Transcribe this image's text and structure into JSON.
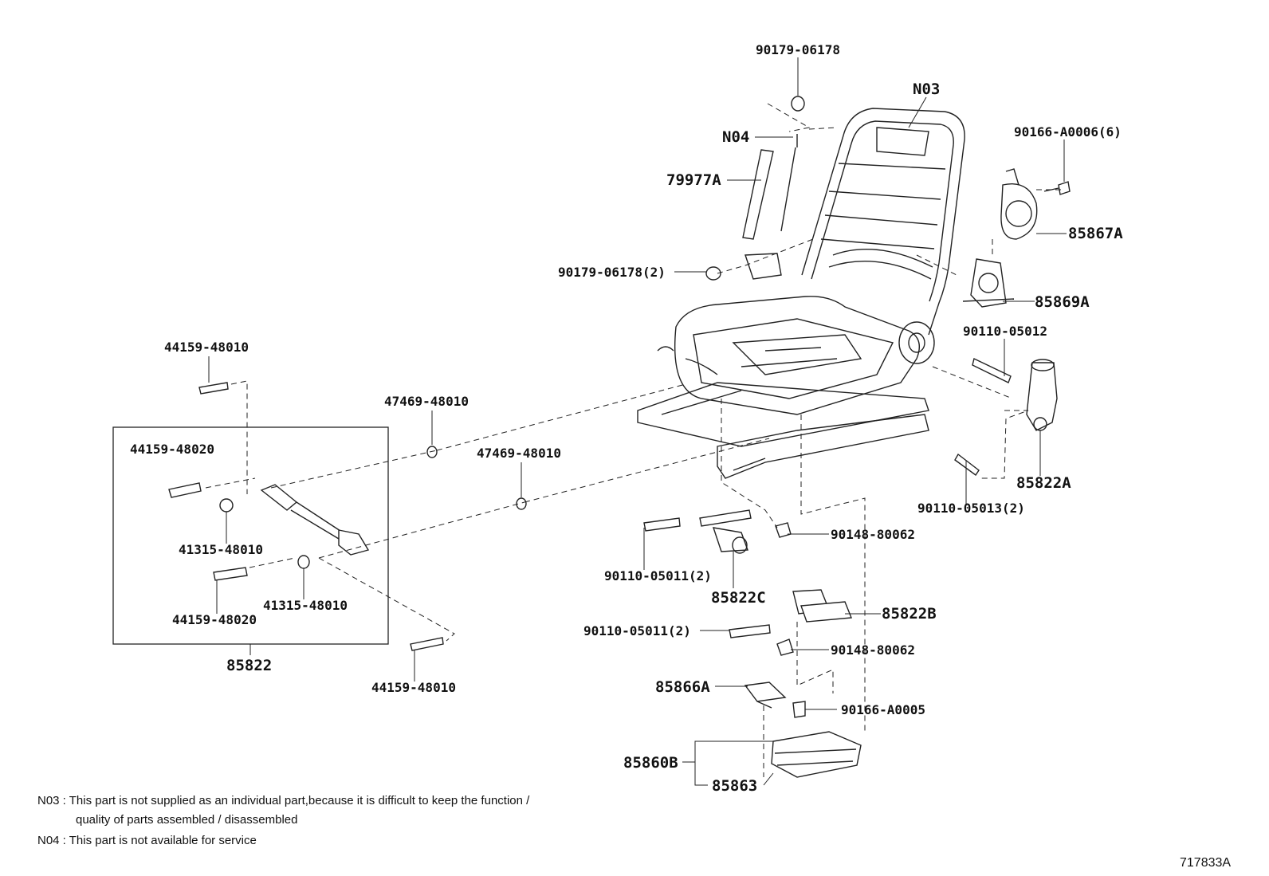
{
  "labels": {
    "p90179_06178_top": "90179-06178",
    "n03": "N03",
    "n04": "N04",
    "p90166_a0006": "90166-A0006(6)",
    "p79977a": "79977A",
    "p85867a": "85867A",
    "p90179_06178_2": "90179-06178(2)",
    "p85869a": "85869A",
    "p90110_05012": "90110-05012",
    "p44159_48010_top": "44159-48010",
    "p47469_48010_a": "47469-48010",
    "p44159_48020_a": "44159-48020",
    "p47469_48010_b": "47469-48010",
    "p85822a": "85822A",
    "p90110_05013": "90110-05013(2)",
    "p41315_48010_a": "41315-48010",
    "p90148_80062_a": "90148-80062",
    "p90110_05011_a": "90110-05011(2)",
    "p44159_48020_b": "44159-48020",
    "p41315_48010_b": "41315-48010",
    "p85822c": "85822C",
    "p85822b": "85822B",
    "p90110_05011_b": "90110-05011(2)",
    "p90148_80062_b": "90148-80062",
    "p85822": "85822",
    "p44159_48010_bot": "44159-48010",
    "p85866a": "85866A",
    "p90166_a0005": "90166-A0005",
    "p85860b": "85860B",
    "p85863": "85863"
  },
  "notes": {
    "n03_line1": "N03 : This part is not supplied as an individual part,because it is difficult to keep the function /",
    "n03_line2": "quality of parts assembled / disassembled",
    "n04_line": "N04 : This part is not available for service"
  },
  "reference_code": "717833A"
}
